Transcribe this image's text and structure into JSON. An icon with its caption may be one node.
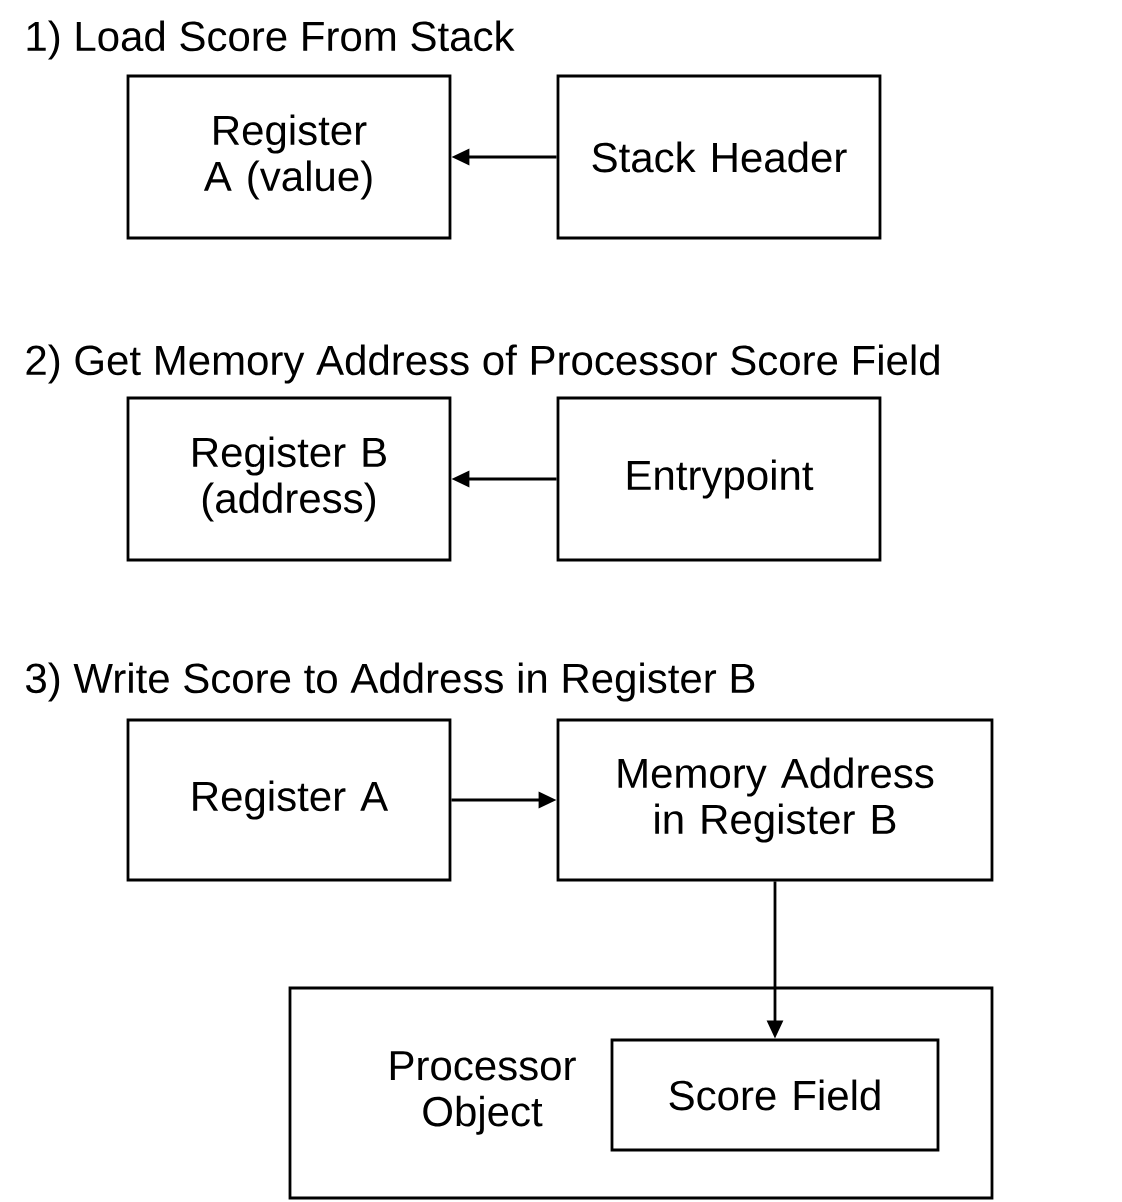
{
  "diagram": {
    "nodes": [
      {
        "text": [
          "Register A (value)"
        ]
      },
      {
        "text": [
          "Stack Header"
        ]
      },
      {
        "text": [
          "Register B (address)"
        ]
      },
      {
        "text": [
          "Entrypoint"
        ]
      },
      {
        "text": [
          "Register A"
        ]
      },
      {
        "text": [
          "Memory Address in Register B"
        ]
      },
      {
        "text": [
          "Processor Object"
        ]
      },
      {
        "text": [
          "Score Field"
        ],
        "in": 6
      }
    ],
    "edges": [
      {
        "from": 1,
        "to": 0,
        "arrow": "to"
      },
      {
        "from": 3,
        "to": 2,
        "arrow": "to"
      },
      {
        "from": 4,
        "to": 5,
        "arrow": "to"
      },
      {
        "from": 5,
        "to": 7,
        "arrow": "to"
      }
    ],
    "labels": [
      "1) Load Score From Stack",
      "2) Get Memory Address of Processor Score Field",
      "3) Write Score to Address in Register B"
    ]
  }
}
